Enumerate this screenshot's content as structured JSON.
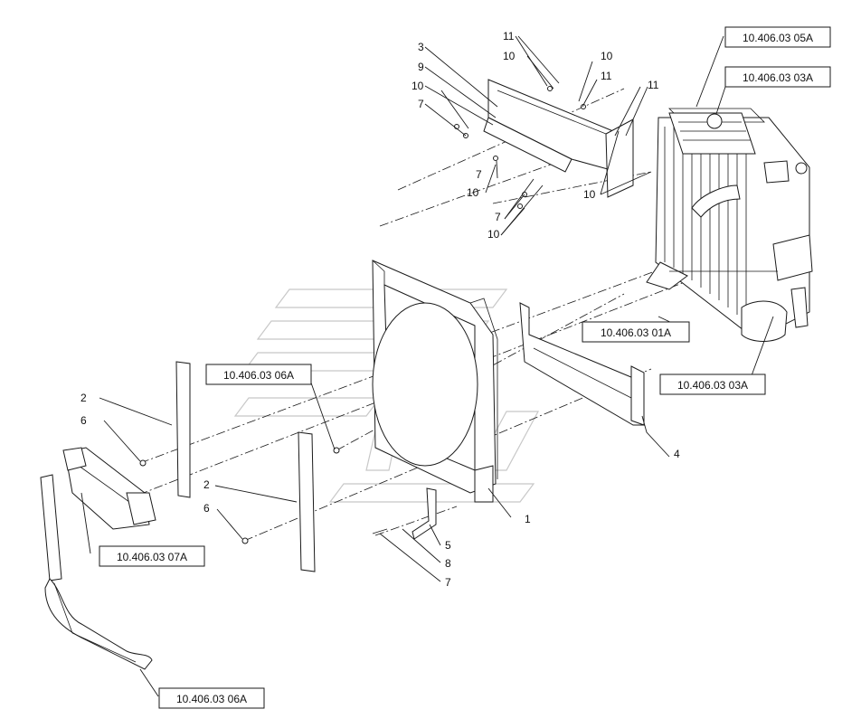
{
  "references": {
    "r1": "10.406.03 05A",
    "r2": "10.406.03 03A",
    "r3": "10.406.03 01A",
    "r4": "10.406.03 03A",
    "r5": "10.406.03 06A",
    "r6": "10.406.03 07A",
    "r7": "10.406.03 06A"
  },
  "callouts": {
    "c_3": "3",
    "c_9": "9",
    "c_10a": "10",
    "c_7a": "7",
    "c_11a": "11",
    "c_10b": "10",
    "c_10c": "10",
    "c_11b": "11",
    "c_11c": "11",
    "c_7b": "7",
    "c_10d": "10",
    "c_7c": "7",
    "c_10e": "10",
    "c_10f": "10",
    "c_2a": "2",
    "c_6a": "6",
    "c_2b": "2",
    "c_6b": "6",
    "c_1": "1",
    "c_4": "4",
    "c_5": "5",
    "c_8": "8",
    "c_7d": "7"
  },
  "icons": [
    "watermark-logo"
  ]
}
